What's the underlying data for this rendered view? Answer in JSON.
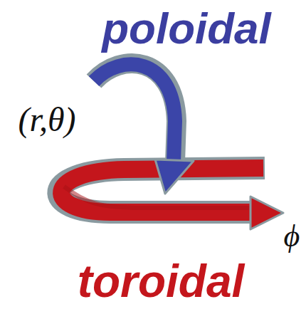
{
  "diagram": {
    "labels": [
      "poloidal",
      "(r,θ)",
      "ϕ",
      "toroidal"
    ]
  }
}
